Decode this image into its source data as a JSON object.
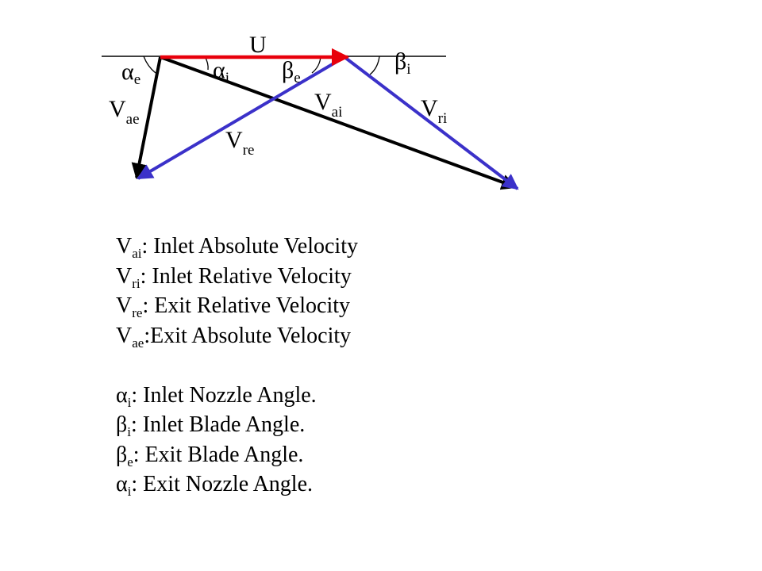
{
  "colors": {
    "reference_line": "#000000",
    "blade_velocity": "#e8000b",
    "absolute_velocity": "#000000",
    "relative_velocity": "#3b31c9"
  },
  "diagram": {
    "labels": {
      "u": {
        "main": "U",
        "sub": ""
      },
      "alpha_e": {
        "main": "α",
        "sub": "e"
      },
      "alpha_i": {
        "main": "α",
        "sub": "i"
      },
      "beta_e": {
        "main": "β",
        "sub": "e"
      },
      "beta_i": {
        "main": "β",
        "sub": "i"
      },
      "v_ae": {
        "main": "V",
        "sub": "ae"
      },
      "v_ai": {
        "main": "V",
        "sub": "ai"
      },
      "v_ri": {
        "main": "V",
        "sub": "ri"
      },
      "v_re": {
        "main": "V",
        "sub": "re"
      }
    }
  },
  "legend": {
    "velocities": [
      {
        "symbol": "V",
        "sub": "ai",
        "text": ": Inlet Absolute Velocity"
      },
      {
        "symbol": "V",
        "sub": "ri",
        "text": ": Inlet Relative Velocity"
      },
      {
        "symbol": "V",
        "sub": "re",
        "text": ": Exit Relative Velocity"
      },
      {
        "symbol": "V",
        "sub": "ae",
        "text": ":Exit Absolute Velocity"
      }
    ],
    "angles": [
      {
        "symbol": "α",
        "sub": "i",
        "text": ": Inlet Nozzle Angle."
      },
      {
        "symbol": "β",
        "sub": "i",
        "text": ": Inlet Blade Angle."
      },
      {
        "symbol": "β",
        "sub": "e",
        "text": ": Exit Blade Angle."
      },
      {
        "symbol": "α",
        "sub": "i",
        "text": ": Exit Nozzle Angle."
      }
    ]
  }
}
